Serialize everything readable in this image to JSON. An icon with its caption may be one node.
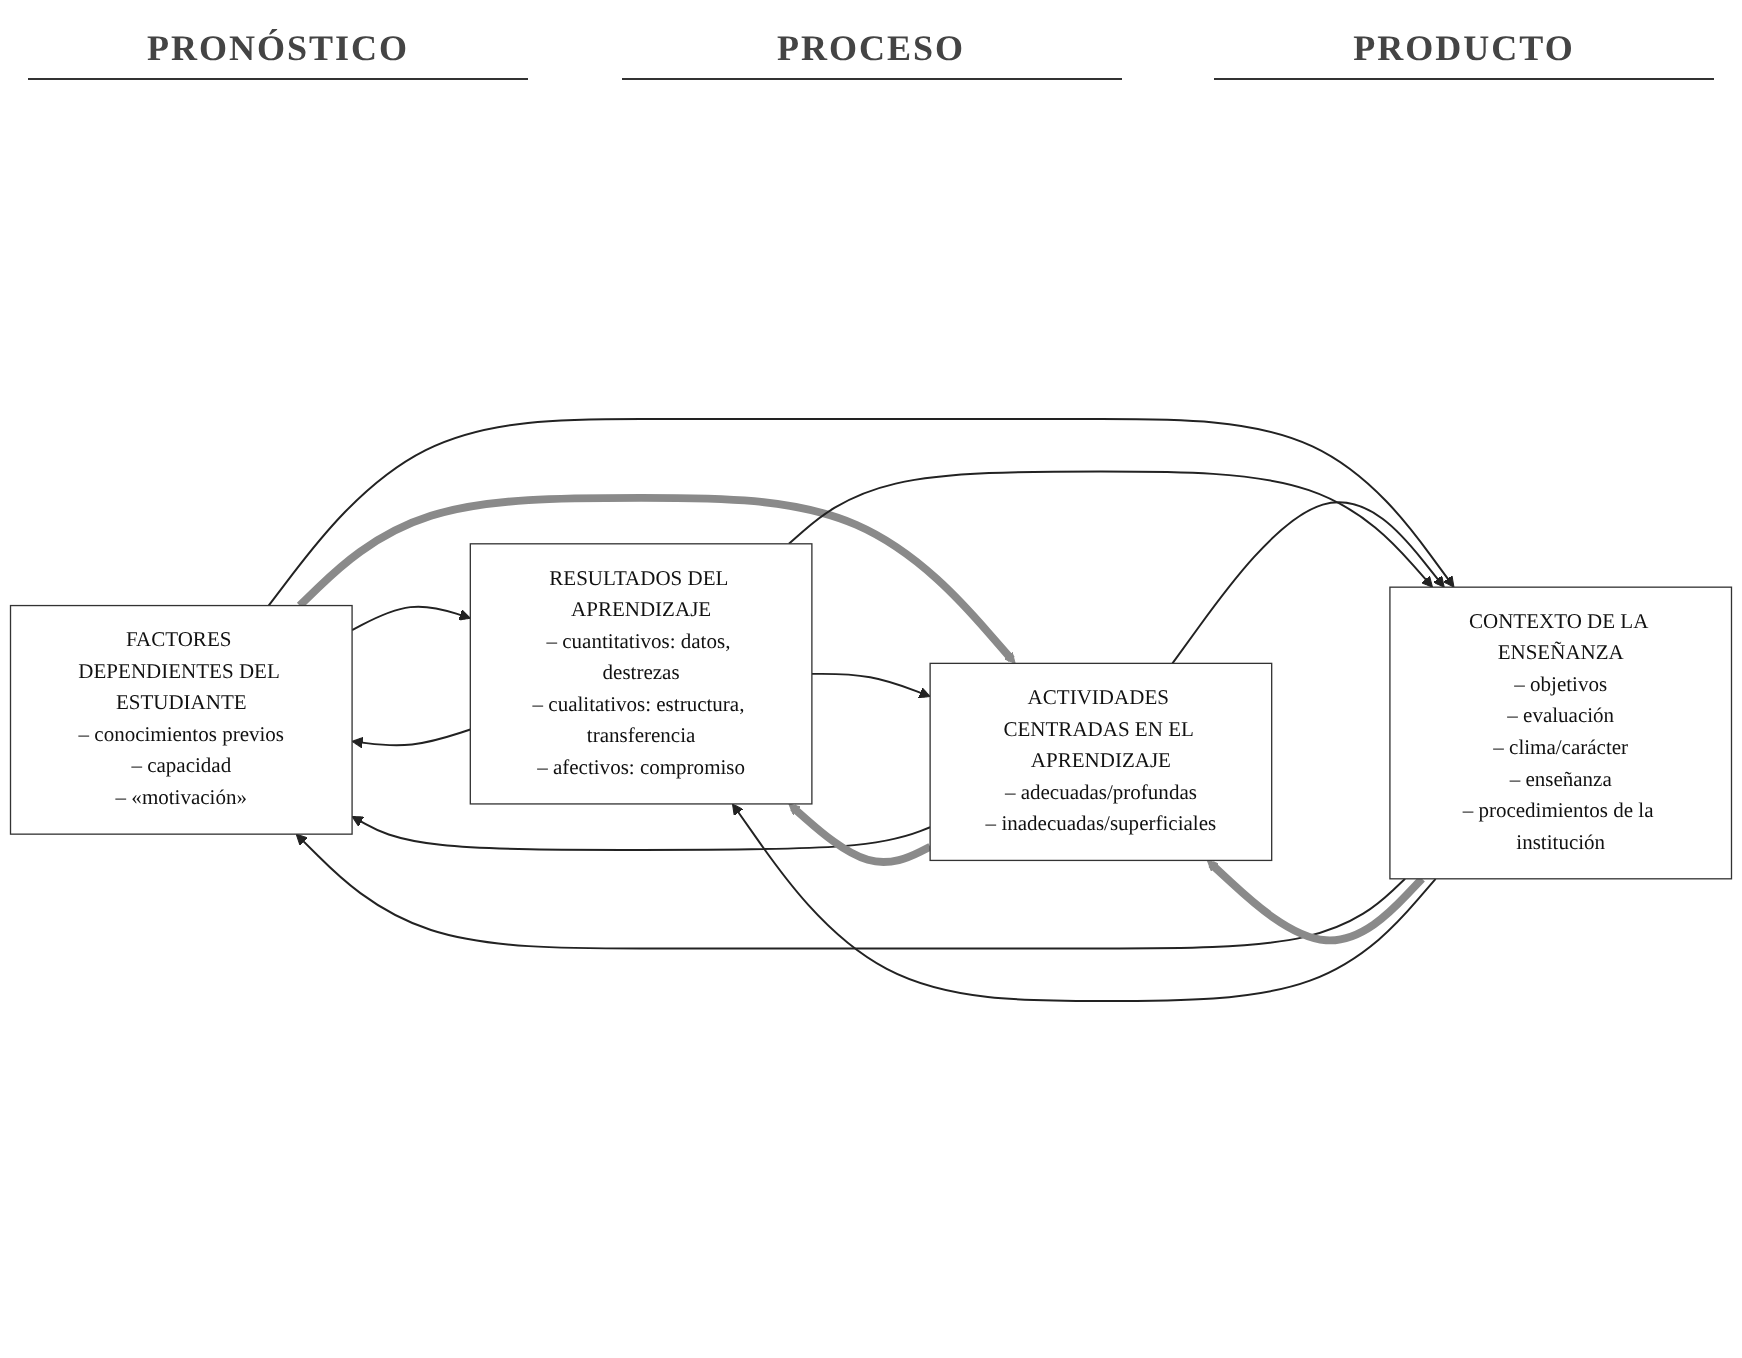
{
  "diagram": {
    "nodes": [
      {
        "text": [
          "FACTORES DEPENDIENTES DEL ESTUDIANTE",
          "– conocimientos previos",
          "– capacidad",
          "– «motivación»"
        ]
      },
      {
        "text": [
          "CONTEXTO DE LA ENSEÑANZA",
          "– objetivos",
          "– evaluación",
          "– clima/carácter",
          "– enseñanza",
          "– procedimientos de la institución"
        ]
      },
      {
        "text": [
          "ACTIVIDADES CENTRADAS EN EL APRENDIZAJE",
          "– adecuadas/profundas",
          "– inadecuadas/superficiales"
        ]
      },
      {
        "text": [
          "RESULTADOS DEL APRENDIZAJE",
          "– cuantitativos: datos, destrezas",
          "– cualitativos: estructura, transferencia",
          "– afectivos: compromiso"
        ]
      }
    ],
    "edges": [
      {
        "from": 3,
        "to": 0,
        "arrow": "to"
      },
      {
        "from": 0,
        "to": 3,
        "arrow": "to"
      },
      {
        "from": 0,
        "to": 2,
        "arrow": "to",
        "style": "thick",
        "color": "#8a8a8a"
      },
      {
        "from": 2,
        "to": 0,
        "arrow": "to"
      },
      {
        "from": 0,
        "to": 1,
        "arrow": "to"
      },
      {
        "from": 1,
        "to": 0,
        "arrow": "to"
      },
      {
        "from": 2,
        "to": 1,
        "arrow": "to"
      },
      {
        "from": 1,
        "to": 2,
        "arrow": "to",
        "style": "thick",
        "color": "#8a8a8a"
      },
      {
        "from": 3,
        "to": 2,
        "arrow": "to"
      },
      {
        "from": 2,
        "to": 3,
        "arrow": "to",
        "style": "thick",
        "color": "#8a8a8a"
      },
      {
        "from": 1,
        "to": 3,
        "arrow": "to"
      },
      {
        "from": 3,
        "to": 1,
        "arrow": "to"
      }
    ],
    "labels": [
      "PRONÓSTICO",
      "PROCESO",
      "PRODUCTO"
    ]
  }
}
